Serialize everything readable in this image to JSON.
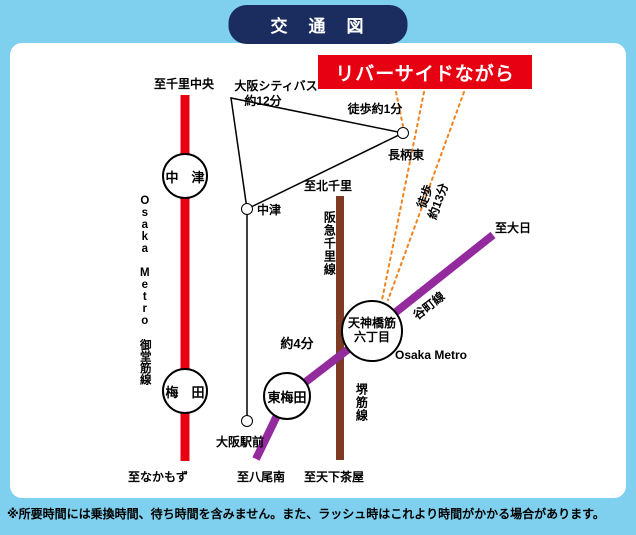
{
  "header": {
    "title": "交　通　図"
  },
  "map": {
    "highlight_box": "リバーサイドながら",
    "stations": {
      "nakatsu": "中　津",
      "umeda": "梅　田",
      "higashi_umeda": "東梅田",
      "tenroku_line1": "天神橋筋",
      "tenroku_line2": "六丁目",
      "nakatsu_hankyu": "中津",
      "osaka_ekimae": "大阪駅前",
      "nagarahigashi": "長柄東"
    },
    "line_labels": {
      "midosuji": "Osaka Metro 御堂筋線",
      "hankyu_senri": "阪急千里線",
      "sakaisuji": "堺筋線",
      "tanimachi": "谷町線",
      "osaka_metro": "Osaka Metro"
    },
    "termini": {
      "senri_chuo": "至千里中央",
      "nakamozu": "至なかもず",
      "kita_senri": "至北千里",
      "tengachaya": "至天下茶屋",
      "yao_minami": "至八尾南",
      "dainichi": "至大日"
    },
    "durations": {
      "bus_name": "大阪シティバス",
      "bus_time": "約12分",
      "walk_1min": "徒歩約1分",
      "walk_13min_line1": "徒歩",
      "walk_13min_line2": "約13分",
      "train_4min": "約4分"
    }
  },
  "footer": {
    "note": "※所要時間には乗換時間、待ち時間を含みません。また、ラッシュ時はこれより時間がかかる場合があります。"
  },
  "colors": {
    "background": "#7ed0ee",
    "title_bg": "#1b2d5e",
    "midosuji_red": "#e60012",
    "sakaisuji_brown": "#7e3a22",
    "tanimachi_purple": "#932a9e",
    "walk_orange": "#f0831e",
    "highlight_red": "#e60012",
    "route_black": "#000000"
  }
}
